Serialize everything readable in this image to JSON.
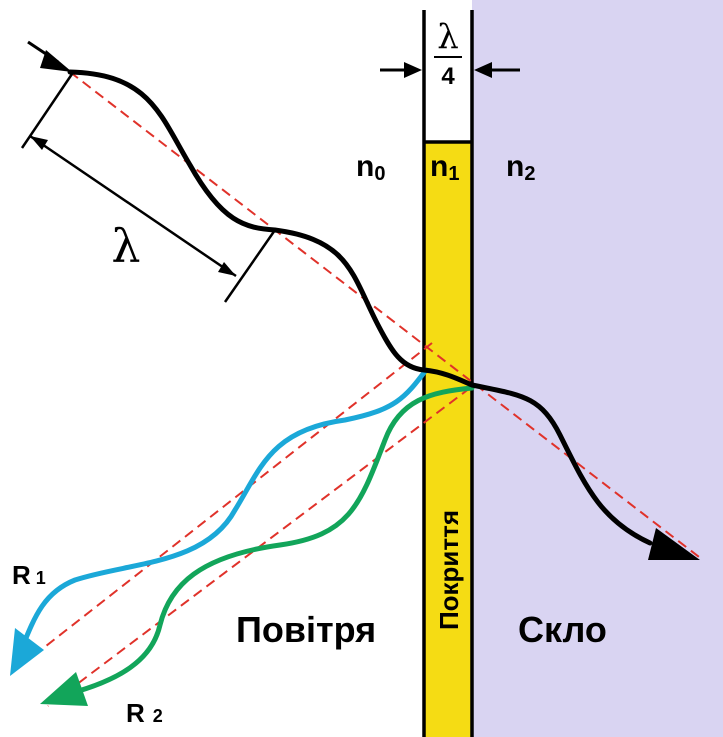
{
  "colors": {
    "glass_fill": "#d9d4f2",
    "coating_fill": "#f5dc14",
    "incident_wave": "#000000",
    "reflected_wave_1": "#1ba8d8",
    "reflected_wave_2": "#12a55a",
    "guide_lines": "#e0322a"
  },
  "labels": {
    "quarter_numerator": "λ",
    "quarter_denominator": "4",
    "lambda": "λ",
    "n0": {
      "base": "n",
      "sub": "0"
    },
    "n1": {
      "base": "n",
      "sub": "1"
    },
    "n2": {
      "base": "n",
      "sub": "2"
    },
    "air": "Повітря",
    "coating": "Покриття",
    "glass": "Скло",
    "r1": {
      "base": "R",
      "sub": "1"
    },
    "r2": {
      "base": "R",
      "sub": "2"
    }
  },
  "icons": {
    "incident_arrow": "arrow-right-icon",
    "transmitted_arrow": "arrow-head-icon",
    "reflected_arrows": "arrow-head-icon"
  }
}
